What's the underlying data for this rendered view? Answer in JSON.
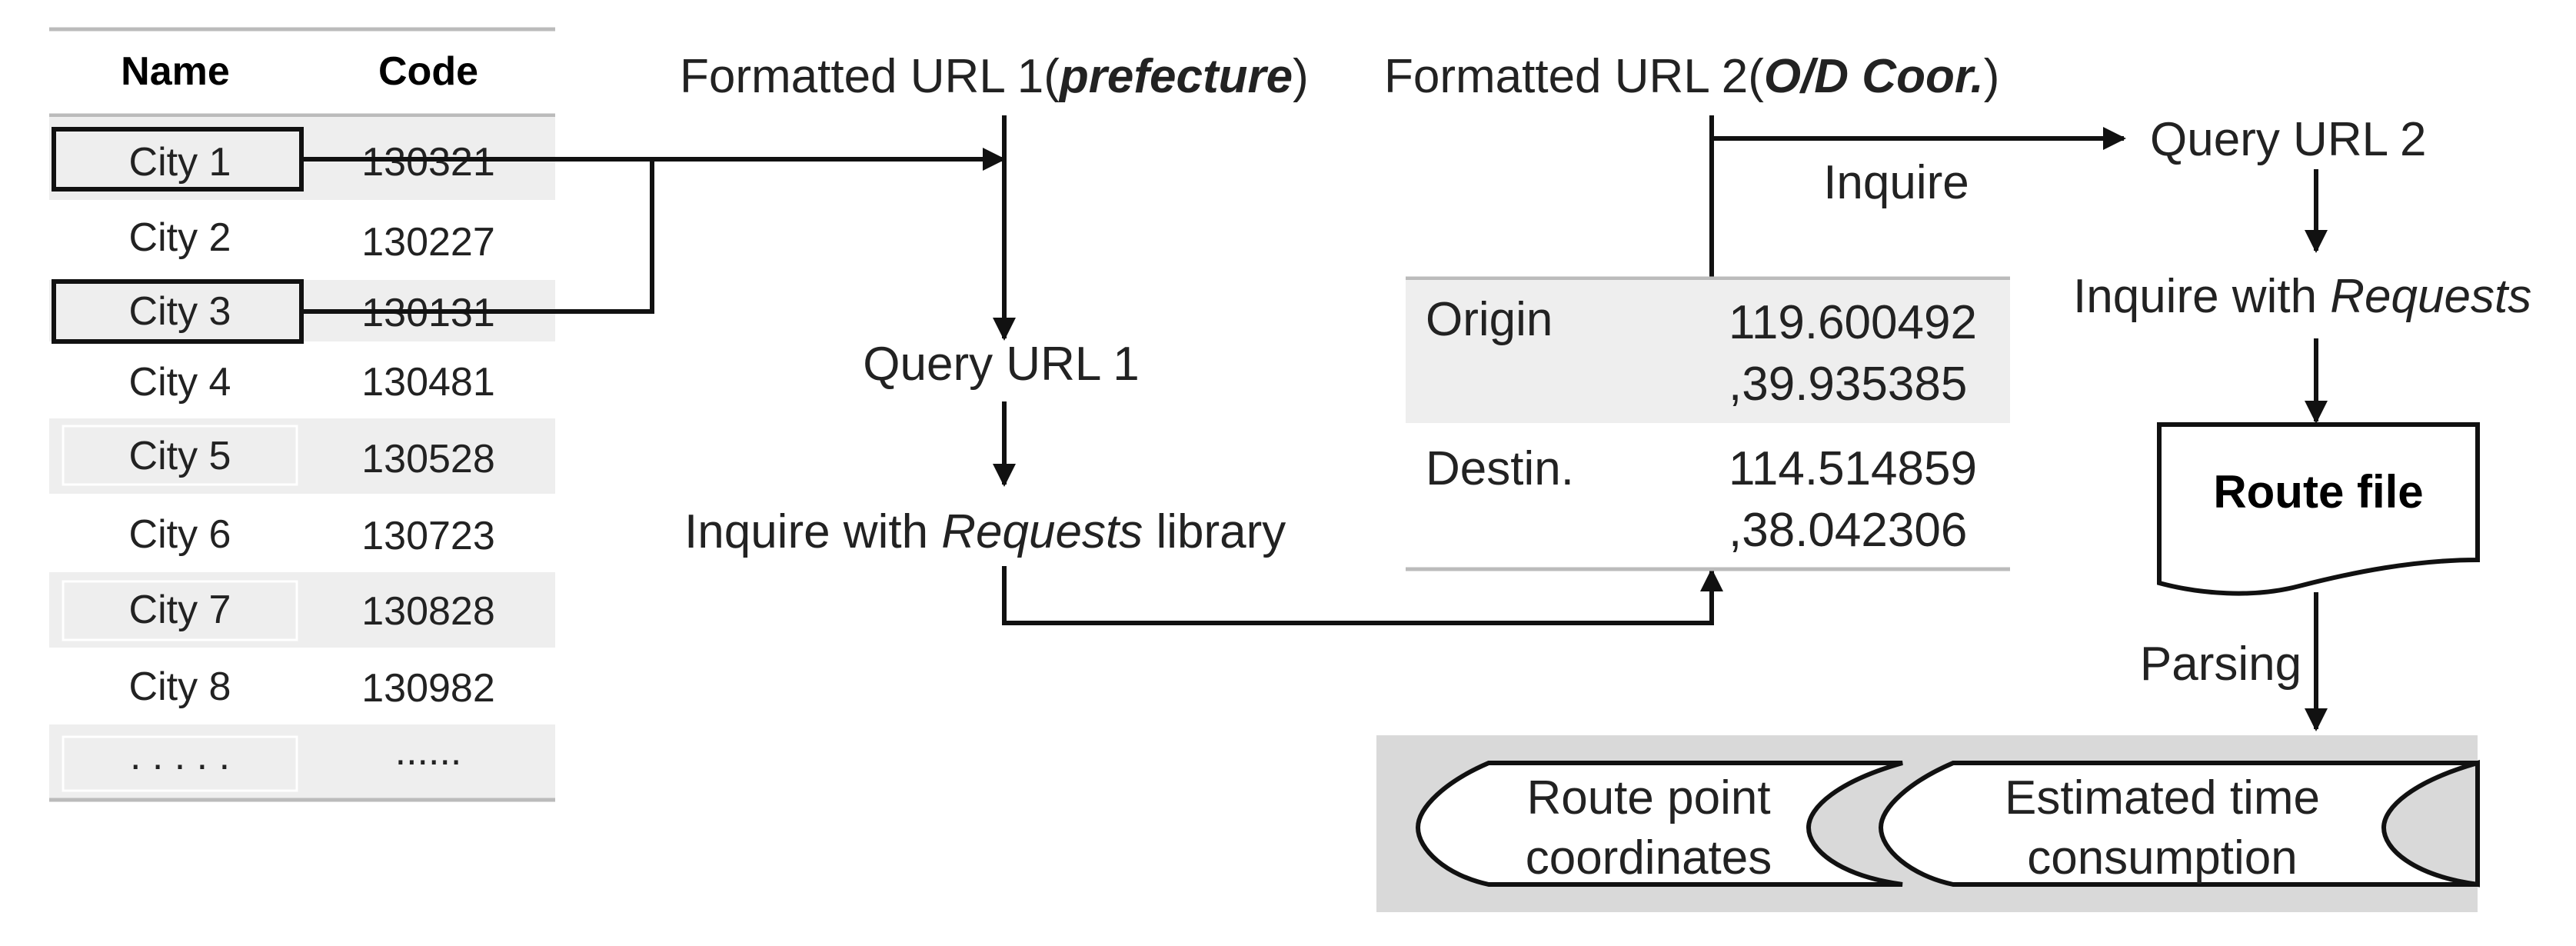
{
  "table": {
    "header": {
      "name": "Name",
      "code": "Code"
    },
    "rows": [
      {
        "name": "City 1",
        "code": "130321"
      },
      {
        "name": "City 2",
        "code": "130227"
      },
      {
        "name": "City 3",
        "code": "130131"
      },
      {
        "name": "City 4",
        "code": "130481"
      },
      {
        "name": "City 5",
        "code": "130528"
      },
      {
        "name": "City 6",
        "code": "130723"
      },
      {
        "name": "City 7",
        "code": "130828"
      },
      {
        "name": "City 8",
        "code": "130982"
      },
      {
        "name": ". . . . .",
        "code": "......"
      }
    ]
  },
  "url1": {
    "text": "Formatted URL 1(",
    "emph": "prefecture",
    "close": ")"
  },
  "url2": {
    "text": "Formatted URL 2(",
    "emph": "O/D Coor.",
    "close": ")"
  },
  "query_url_1": "Query URL 1",
  "inquire_lib": {
    "pre": "Inquire with ",
    "emph": "Requests",
    "post": " library"
  },
  "query_url_2": "Query URL 2",
  "inquire_label": "Inquire",
  "inquire_requests": {
    "pre": "Inquire with ",
    "emph": "Requests"
  },
  "od_table": {
    "origin": {
      "label": "Origin",
      "line1": "119.600492",
      "line2": ",39.935385"
    },
    "destination": {
      "label": "Destin.",
      "line1": "114.514859",
      "line2": ",38.042306"
    }
  },
  "route_file": "Route file",
  "parsing": "Parsing",
  "outputs": {
    "route_points": {
      "line1": "Route point",
      "line2": "coordinates"
    },
    "estimated_time": {
      "line1": "Estimated time",
      "line2": "consumption"
    }
  },
  "colors": {
    "row_shade": "#eeeeee",
    "output_bg": "#d9d9d9",
    "line": "#111111"
  }
}
